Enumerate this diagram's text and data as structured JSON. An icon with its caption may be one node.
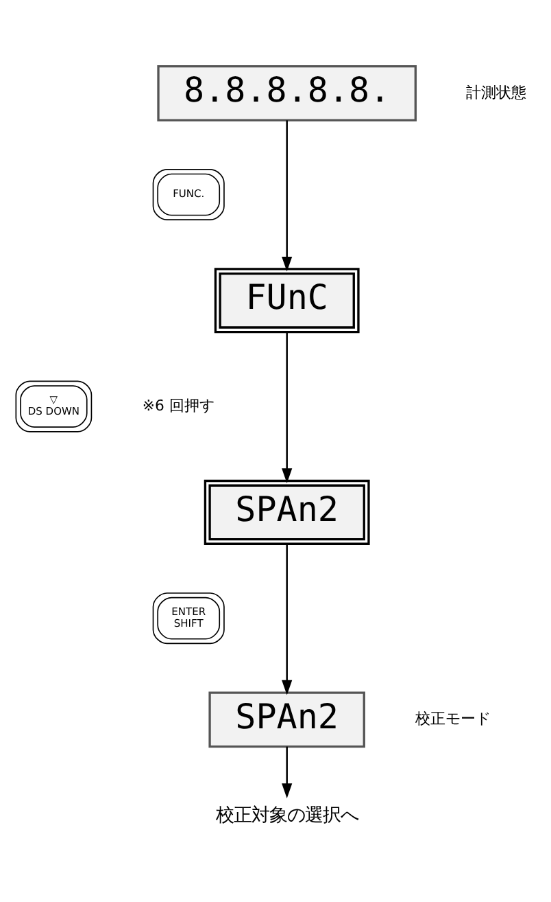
{
  "diagram": {
    "nodes": [
      {
        "text": [
          "8.8.8.8.8."
        ],
        "beside": [
          "計測状態"
        ]
      },
      {
        "text": [
          "FUNC."
        ]
      },
      {
        "text": [
          "FUnC"
        ]
      },
      {
        "text": [
          "▽",
          "DS DOWN"
        ],
        "beside": [
          "※6 回押す"
        ]
      },
      {
        "text": [
          "SPAn2"
        ]
      },
      {
        "text": [
          "ENTER",
          "SHIFT"
        ]
      },
      {
        "text": [
          "SPAn2"
        ],
        "beside": [
          "校正モード"
        ]
      },
      {
        "text": [
          "校正対象の選択へ"
        ]
      }
    ],
    "edges": [
      {
        "from": 0,
        "to": 2,
        "arrow": "to"
      },
      {
        "from": 2,
        "to": 4,
        "arrow": "to"
      },
      {
        "from": 4,
        "to": 6,
        "arrow": "to"
      },
      {
        "from": 6,
        "to": 7,
        "arrow": "to"
      }
    ]
  }
}
